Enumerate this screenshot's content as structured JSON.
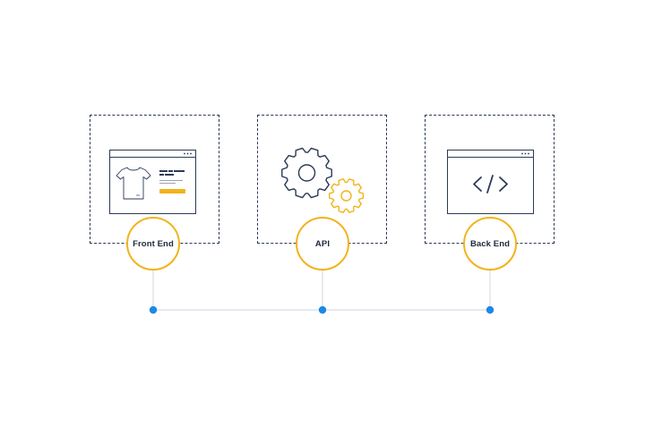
{
  "nodes": [
    {
      "label": "Front End",
      "icon": "browser-tshirt-icon"
    },
    {
      "label": "API",
      "icon": "gears-icon"
    },
    {
      "label": "Back End",
      "icon": "browser-code-icon"
    }
  ],
  "colors": {
    "accent": "#f2b31b",
    "outline": "#2b3a55",
    "timeline_dot": "#1e88e5",
    "timeline_line": "#d8dde6"
  }
}
